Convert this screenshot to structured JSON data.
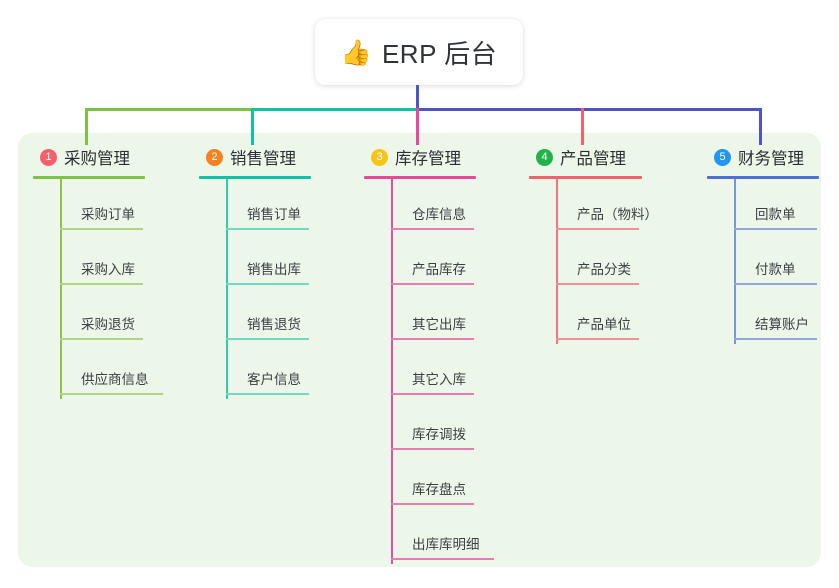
{
  "root": {
    "icon": "thumbs-up-icon",
    "emoji": "👍",
    "label": "ERP 后台"
  },
  "colors": {
    "panel_bg": "#EDF7E9",
    "page_bg": "#FFFFFF",
    "root_stem": "#4C54C8",
    "bus_green": "#7DC242",
    "bus_teal": "#12C2A6",
    "bus_blue": "#4C54C8"
  },
  "columns": [
    {
      "index": "1",
      "title": "采购管理",
      "badge_color": "#F4606C",
      "rule_color": "#7DC242",
      "leaf_rule_color": "#AED581",
      "spine_color": "#8BC34A",
      "stem_color": "#7DC242",
      "leaves": [
        "采购订单",
        "采购入库",
        "采购退货",
        "供应商信息"
      ]
    },
    {
      "index": "2",
      "title": "销售管理",
      "badge_color": "#F58220",
      "rule_color": "#12C2A6",
      "leaf_rule_color": "#6FD9C6",
      "spine_color": "#35C7B2",
      "stem_color": "#12C2A6",
      "leaves": [
        "销售订单",
        "销售出库",
        "销售退货",
        "客户信息"
      ]
    },
    {
      "index": "3",
      "title": "库存管理",
      "badge_color": "#F5C518",
      "rule_color": "#EC4899",
      "leaf_rule_color": "#E87CB4",
      "spine_color": "#E0519B",
      "stem_color": "#EC4899",
      "leaves": [
        "仓库信息",
        "产品库存",
        "其它出库",
        "其它入库",
        "库存调拨",
        "库存盘点",
        "出库库明细"
      ]
    },
    {
      "index": "4",
      "title": "产品管理",
      "badge_color": "#22B24C",
      "rule_color": "#F4606C",
      "leaf_rule_color": "#F29098",
      "spine_color": "#F4737D",
      "stem_color": "#F4606C",
      "leaves": [
        "产品（物料）",
        "产品分类",
        "产品单位"
      ]
    },
    {
      "index": "5",
      "title": "财务管理",
      "badge_color": "#2196F3",
      "rule_color": "#4C6FD8",
      "leaf_rule_color": "#8FA6E0",
      "spine_color": "#7B93DD",
      "stem_color": "#4C54C8",
      "leaves": [
        "回款单",
        "付款单",
        "结算账户"
      ]
    }
  ]
}
